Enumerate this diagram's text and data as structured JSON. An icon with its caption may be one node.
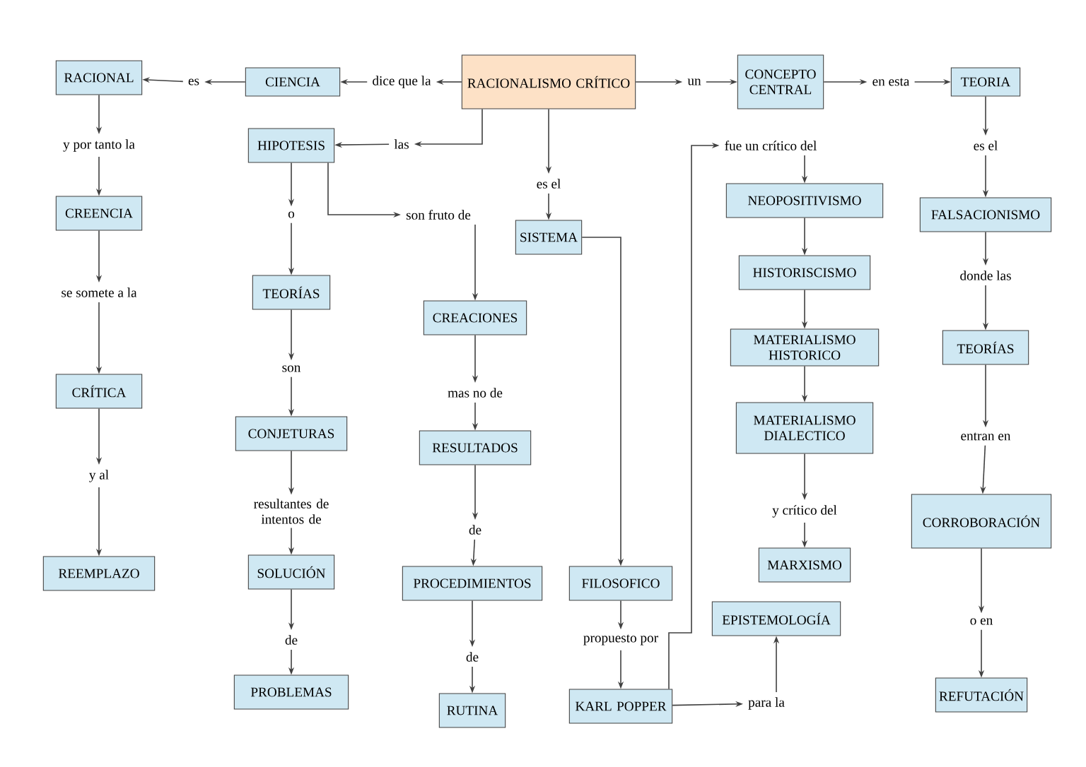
{
  "diagram": {
    "nodes": [
      {
        "text": [
          "RACIONALISMO CRÍTICO"
        ]
      },
      {
        "text": [
          "CIENCIA"
        ]
      },
      {
        "text": [
          "dice que la"
        ]
      },
      {
        "text": [
          "es"
        ]
      },
      {
        "text": [
          "RACIONAL"
        ]
      },
      {
        "text": [
          "y por tanto la"
        ]
      },
      {
        "text": [
          "CREENCIA"
        ]
      },
      {
        "text": [
          "se somete a la"
        ]
      },
      {
        "text": [
          "CRÍTICA"
        ]
      },
      {
        "text": [
          "y al"
        ]
      },
      {
        "text": [
          "REEMPLAZO"
        ]
      },
      {
        "text": [
          "las"
        ]
      },
      {
        "text": [
          "HIPOTESIS"
        ]
      },
      {
        "text": [
          "o"
        ]
      },
      {
        "text": [
          "TEORÍAS"
        ]
      },
      {
        "text": [
          "son"
        ]
      },
      {
        "text": [
          "CONJETURAS"
        ]
      },
      {
        "text": [
          "resultantes de intentos de"
        ]
      },
      {
        "text": [
          "SOLUCIÓN"
        ]
      },
      {
        "text": [
          "de"
        ]
      },
      {
        "text": [
          "PROBLEMAS"
        ]
      },
      {
        "text": [
          "son fruto de"
        ]
      },
      {
        "text": [
          "CREACIONES"
        ]
      },
      {
        "text": [
          "mas no de"
        ]
      },
      {
        "text": [
          "RESULTADOS"
        ]
      },
      {
        "text": [
          "de"
        ]
      },
      {
        "text": [
          "PROCEDIMIENTOS"
        ]
      },
      {
        "text": [
          "de"
        ]
      },
      {
        "text": [
          "RUTINA"
        ]
      },
      {
        "text": [
          "es el"
        ]
      },
      {
        "text": [
          "SISTEMA"
        ]
      },
      {
        "text": [
          "FILOSOFICO"
        ]
      },
      {
        "text": [
          "propuesto por"
        ]
      },
      {
        "text": [
          "KARL POPPER"
        ]
      },
      {
        "text": [
          "para la"
        ]
      },
      {
        "text": [
          "EPISTEMOLOGÍA"
        ]
      },
      {
        "text": [
          "un"
        ]
      },
      {
        "text": [
          "CONCEPTO CENTRAL"
        ]
      },
      {
        "text": [
          "en esta"
        ]
      },
      {
        "text": [
          "TEORIA"
        ]
      },
      {
        "text": [
          "es el"
        ]
      },
      {
        "text": [
          "FALSACIONISMO"
        ]
      },
      {
        "text": [
          "donde las"
        ]
      },
      {
        "text": [
          "TEORÍAS"
        ]
      },
      {
        "text": [
          "entran en"
        ]
      },
      {
        "text": [
          "CORROBORACIÓN"
        ]
      },
      {
        "text": [
          "o en"
        ]
      },
      {
        "text": [
          "REFUTACIÓN"
        ]
      },
      {
        "text": [
          "fue un crítico del"
        ]
      },
      {
        "text": [
          "NEOPOSITIVISMO"
        ]
      },
      {
        "text": [
          "HISTORISCISMO"
        ]
      },
      {
        "text": [
          "MATERIALISMO HISTORICO"
        ]
      },
      {
        "text": [
          "MATERIALISMO DIALECTICO"
        ]
      },
      {
        "text": [
          "y crítico del"
        ]
      },
      {
        "text": [
          "MARXISMO"
        ]
      }
    ],
    "edges": [
      {
        "from": 0,
        "to": 2,
        "arrow": "to"
      },
      {
        "from": 2,
        "to": 1,
        "arrow": "to"
      },
      {
        "from": 1,
        "to": 3,
        "arrow": "to"
      },
      {
        "from": 3,
        "to": 4,
        "arrow": "to"
      },
      {
        "from": 4,
        "to": 5,
        "arrow": "to"
      },
      {
        "from": 5,
        "to": 6,
        "arrow": "to"
      },
      {
        "from": 6,
        "to": 7,
        "arrow": "to"
      },
      {
        "from": 7,
        "to": 8,
        "arrow": "to"
      },
      {
        "from": 8,
        "to": 9,
        "arrow": "to"
      },
      {
        "from": 9,
        "to": 10,
        "arrow": "to"
      },
      {
        "from": 0,
        "to": 11,
        "arrow": "to"
      },
      {
        "from": 11,
        "to": 12,
        "arrow": "to"
      },
      {
        "from": 12,
        "to": 13,
        "arrow": "to"
      },
      {
        "from": 13,
        "to": 14,
        "arrow": "to"
      },
      {
        "from": 14,
        "to": 15,
        "arrow": "to"
      },
      {
        "from": 15,
        "to": 16,
        "arrow": "to"
      },
      {
        "from": 16,
        "to": 17,
        "arrow": "to"
      },
      {
        "from": 17,
        "to": 18,
        "arrow": "to"
      },
      {
        "from": 18,
        "to": 19,
        "arrow": "to"
      },
      {
        "from": 19,
        "to": 20,
        "arrow": "to"
      },
      {
        "from": 12,
        "to": 21,
        "arrow": "to"
      },
      {
        "from": 21,
        "to": 22,
        "arrow": "to"
      },
      {
        "from": 22,
        "to": 23,
        "arrow": "to"
      },
      {
        "from": 23,
        "to": 24,
        "arrow": "to"
      },
      {
        "from": 24,
        "to": 25,
        "arrow": "to"
      },
      {
        "from": 25,
        "to": 26,
        "arrow": "to"
      },
      {
        "from": 26,
        "to": 27,
        "arrow": "to"
      },
      {
        "from": 27,
        "to": 28,
        "arrow": "to"
      },
      {
        "from": 0,
        "to": 29,
        "arrow": "to"
      },
      {
        "from": 29,
        "to": 30,
        "arrow": "to"
      },
      {
        "from": 30,
        "to": 31,
        "arrow": "to"
      },
      {
        "from": 31,
        "to": 32,
        "arrow": "to"
      },
      {
        "from": 32,
        "to": 33,
        "arrow": "to"
      },
      {
        "from": 33,
        "to": 34,
        "arrow": "to"
      },
      {
        "from": 34,
        "to": 35,
        "arrow": "to"
      },
      {
        "from": 33,
        "to": 48,
        "arrow": "to"
      },
      {
        "from": 0,
        "to": 36,
        "arrow": "to"
      },
      {
        "from": 36,
        "to": 37,
        "arrow": "to"
      },
      {
        "from": 37,
        "to": 38,
        "arrow": "to"
      },
      {
        "from": 38,
        "to": 39,
        "arrow": "to"
      },
      {
        "from": 39,
        "to": 40,
        "arrow": "to"
      },
      {
        "from": 40,
        "to": 41,
        "arrow": "to"
      },
      {
        "from": 41,
        "to": 42,
        "arrow": "to"
      },
      {
        "from": 42,
        "to": 43,
        "arrow": "to"
      },
      {
        "from": 43,
        "to": 44,
        "arrow": "to"
      },
      {
        "from": 44,
        "to": 45,
        "arrow": "to"
      },
      {
        "from": 45,
        "to": 46,
        "arrow": "to"
      },
      {
        "from": 46,
        "to": 47,
        "arrow": "to"
      },
      {
        "from": 48,
        "to": 49,
        "arrow": "to"
      },
      {
        "from": 49,
        "to": 50,
        "arrow": "to"
      },
      {
        "from": 50,
        "to": 51,
        "arrow": "to"
      },
      {
        "from": 51,
        "to": 52,
        "arrow": "to"
      },
      {
        "from": 52,
        "to": 53,
        "arrow": "to"
      },
      {
        "from": 53,
        "to": 54,
        "arrow": "to"
      }
    ]
  }
}
